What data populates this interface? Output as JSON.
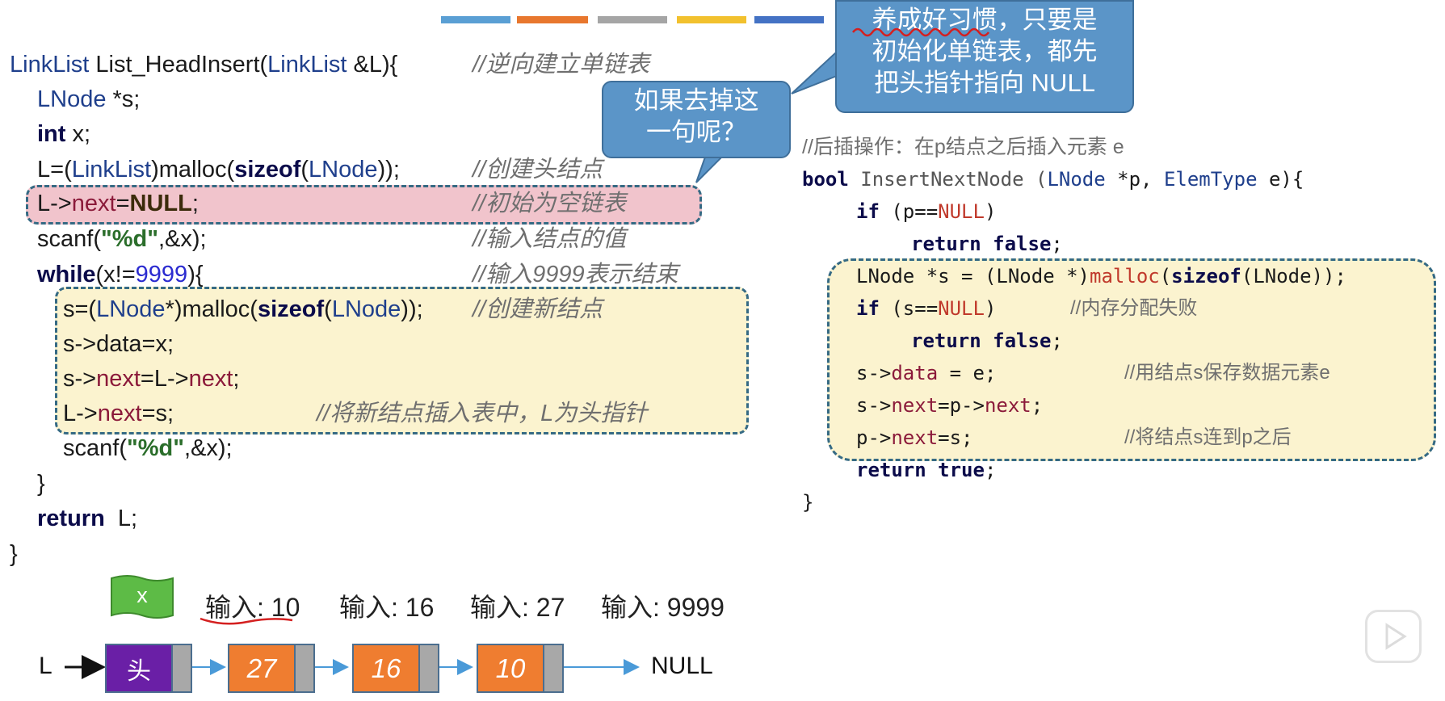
{
  "colors": {
    "type_blue": "#1f3f8c",
    "member_red": "#8b1a3a",
    "keyword": "#0b0b4a",
    "number_blue": "#2b2bd0",
    "string_green": "#2b6e2b",
    "null_red": "#c0392b",
    "bubble_blue": "#5b95c8",
    "red_fill": "#f1c4cc",
    "yellow_fill": "#fbf3cf",
    "node_orange": "#ef7d30",
    "head_purple": "#6a1fa6",
    "flag_green": "#5dbb46"
  },
  "left_code": {
    "line1": {
      "t1": "LinkList",
      "t2": " List_HeadInsert(",
      "t3": "LinkList",
      "t4": " &L){",
      "comment": "//逆向建立单链表"
    },
    "line2": {
      "t1": "LNode",
      "t2": " *s;"
    },
    "line3": {
      "t1": "int",
      "t2": " x;"
    },
    "line4": {
      "t1": "L=(",
      "t2": "LinkList",
      "t3": ")malloc(",
      "t4": "sizeof",
      "t5": "(",
      "t6": "LNode",
      "t7": "));",
      "comment": "//创建头结点"
    },
    "line5": {
      "t1": "L->",
      "t2": "next",
      "t3": "=",
      "t4": "NULL",
      "t5": ";",
      "comment": "//初始为空链表"
    },
    "line6": {
      "t1": "scanf(",
      "t2": "\"%d\"",
      "t3": ",&x);",
      "comment": "//输入结点的值"
    },
    "line7": {
      "t1": "while",
      "t2": "(x!=",
      "t3": "9999",
      "t4": "){",
      "comment": "//输入9999表示结束"
    },
    "line8": {
      "t1": "s=(",
      "t2": "LNode",
      "t3": "*)malloc(",
      "t4": "sizeof",
      "t5": "(",
      "t6": "LNode",
      "t7": "));",
      "comment": "//创建新结点"
    },
    "line9": {
      "t1": "s->data=x;"
    },
    "line10": {
      "t1": "s->",
      "t2": "next",
      "t3": "=L->",
      "t4": "next",
      "t5": ";"
    },
    "line11": {
      "t1": "L->",
      "t2": "next",
      "t3": "=s;",
      "comment": "//将新结点插入表中，L为头指针"
    },
    "line12": {
      "t1": "scanf(",
      "t2": "\"%d\"",
      "t3": ",&x);"
    },
    "line13": {
      "t1": "}"
    },
    "line14": {
      "t1": "return",
      "t2": "  L;"
    },
    "line15": {
      "t1": "}"
    }
  },
  "right_code": {
    "comment_top": "//后插操作：在p结点之后插入元素 e",
    "line1": {
      "t1": "bool",
      "t2": " InsertNextNode (",
      "t3": "LNode",
      "t4": " *p, ",
      "t5": "ElemType",
      "t6": " e){"
    },
    "line2": {
      "t1": "if",
      "t2": " (p==",
      "t3": "NULL",
      "t4": ")"
    },
    "line3": {
      "t1": "return",
      "t2": " ",
      "t3": "false",
      "t4": ";"
    },
    "line4": {
      "t1": "LNode",
      "t2": " *s = (",
      "t3": "LNode",
      "t4": " *)",
      "t5": "malloc",
      "t6": "(",
      "t7": "sizeof",
      "t8": "(",
      "t9": "LNode",
      "t10": "));"
    },
    "line5": {
      "t1": "if",
      "t2": " (s==",
      "t3": "NULL",
      "t4": ")",
      "comment": "//内存分配失败"
    },
    "line6": {
      "t1": "return",
      "t2": " ",
      "t3": "false",
      "t4": ";"
    },
    "line7": {
      "t1": "s->",
      "t2": "data",
      "t3": " = e;",
      "comment": "//用结点s保存数据元素e"
    },
    "line8": {
      "t1": "s->",
      "t2": "next",
      "t3": "=p->",
      "t4": "next",
      "t5": ";"
    },
    "line9": {
      "t1": "p->",
      "t2": "next",
      "t3": "=s;",
      "comment": "//将结点s连到p之后"
    },
    "line10": {
      "t1": "return",
      "t2": " ",
      "t3": "true",
      "t4": ";"
    },
    "line11": {
      "t1": "}"
    }
  },
  "bubbles": {
    "habit": {
      "line1": "养成好习惯，只要是",
      "line2": "初始化单链表，都先",
      "line3": "把头指针指向 NULL"
    },
    "question": {
      "line1": "如果去掉这",
      "line2": "一句呢？"
    }
  },
  "demo": {
    "flag_label": "x",
    "inputs": [
      "输入: 10",
      "输入: 16",
      "输入: 27",
      "输入: 9999"
    ],
    "list_label": "L",
    "head_label": "头",
    "nodes": [
      "27",
      "16",
      "10"
    ],
    "null_label": "NULL"
  }
}
